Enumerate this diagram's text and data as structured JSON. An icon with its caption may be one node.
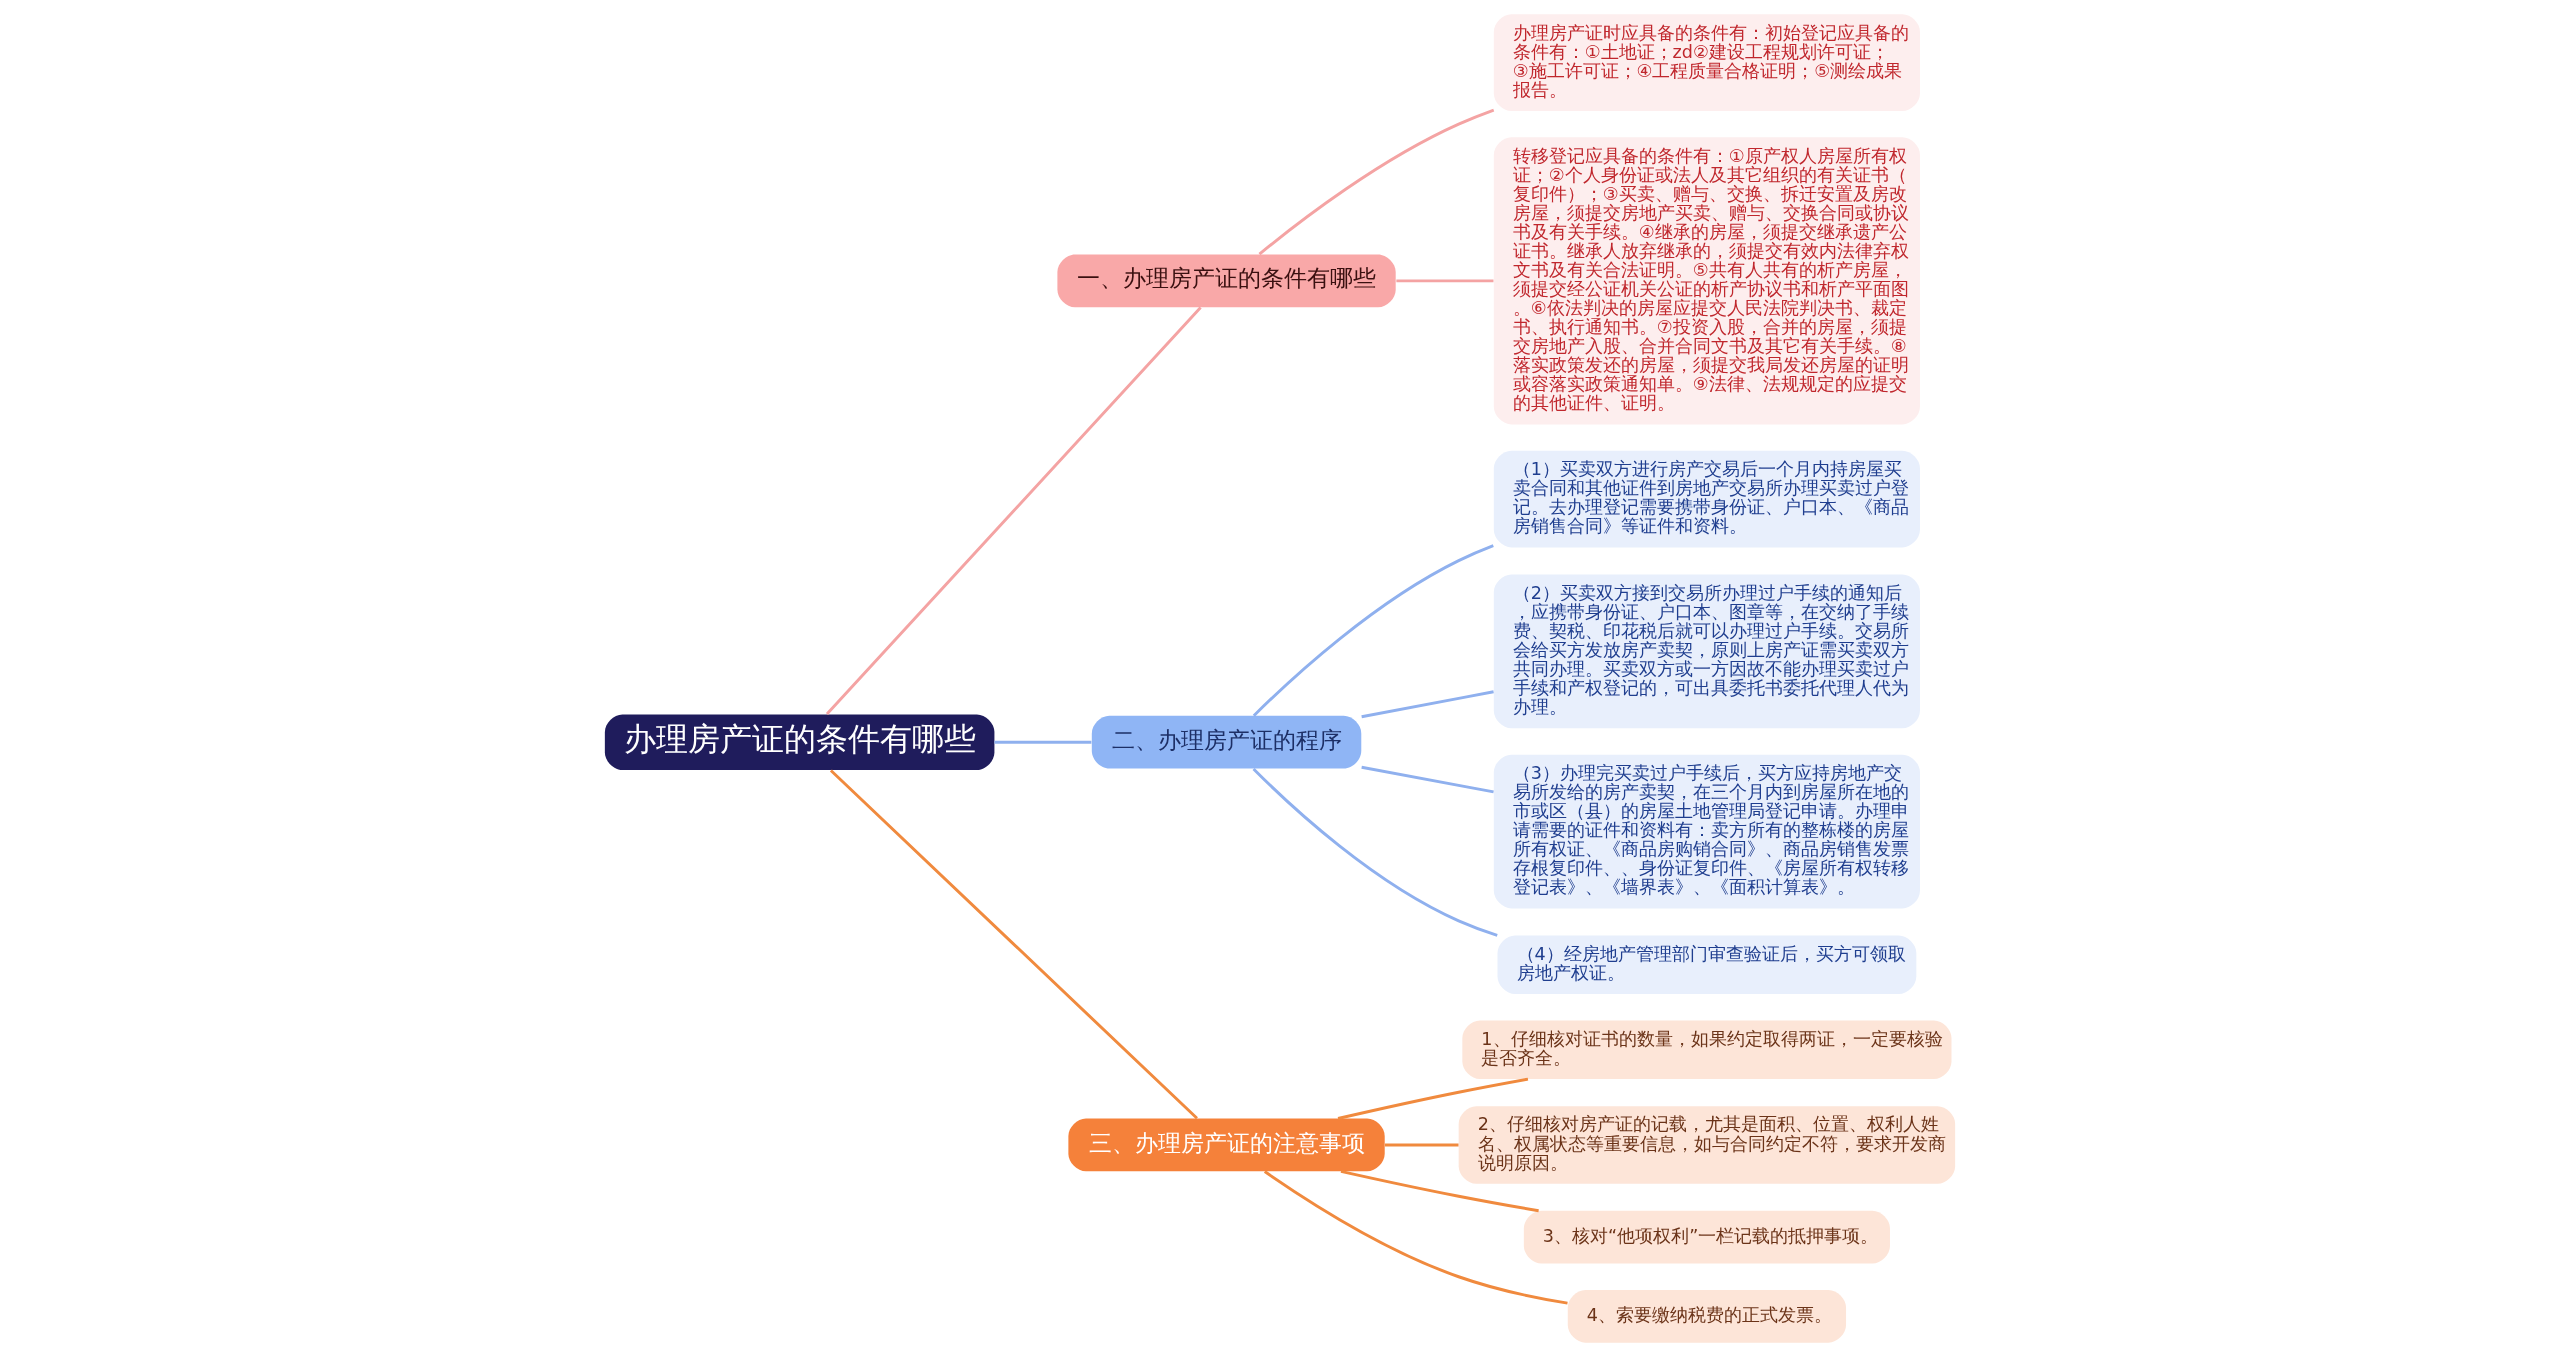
{
  "diagram": {
    "nodes": [
      {
        "text": [
          "办理房产证的条件有哪些"
        ]
      },
      {
        "text": [
          "一、办理房产证的条件有哪些"
        ]
      },
      {
        "text": [
          "办理房产证时应具备的条件有：初始登记应具备的条件有：①土地证；zd②建设工程规划许可证；③施工许可证；④工程质量合格证明；⑤测绘成果报告。"
        ]
      },
      {
        "text": [
          "转移登记应具备的条件有：①原产权人房屋所有权证；②个人身份证或法人及其它组织的有关证书（复印件）；③买卖、赠与、交换、拆迁安置及房改房屋，须提交房地产买卖、赠与、交换合同或协议书及有关手续。④继承的房屋，须提交继承遗产公证书。继承人放弃继承的，须提交有效内法律弃权文书及有关合法证明。⑤共有人共有的析产房屋，须提交经公证机关公证的析产协议书和析产平面图。⑥依法判决的房屋应提交人民法院判决书、裁定书、执行通知书。⑦投资入股，合并的房屋，须提交房地产入股、合并合同文书及其它有关手续。⑧落实政策发还的房屋，须提交我局发还房屋的证明或容落实政策通知单。⑨法律、法规规定的应提交的其他证件、证明。"
        ]
      },
      {
        "text": [
          "二、办理房产证的程序"
        ]
      },
      {
        "text": [
          "（1）买卖双方进行房产交易后一个月内持房屋买卖合同和其他证件到房地产交易所办理买卖过户登记。去办理登记需要携带身份证、户口本、《商品房销售合同》等证件和资料。"
        ]
      },
      {
        "text": [
          "（2）买卖双方接到交易所办理过户手续的通知后，应携带身份证、户口本、图章等，在交纳了手续费、契税、印花税后就可以办理过户手续。交易所会给买方发放房产卖契，原则上房产证需买卖双方共同办理。买卖双方或一方因故不能办理买卖过户手续和产权登记的，可出具委托书委托代理人代为办理。"
        ]
      },
      {
        "text": [
          "（3）办理完买卖过户手续后，买方应持房地产交易所发给的房产卖契，在三个月内到房屋所在地的市或区（县）的房屋土地管理局登记申请。办理申请需要的证件和资料有：卖方所有的整栋楼的房屋所有权证、《商品房购销合同》、商品房销售发票存根复印件、、身份证复印件、《房屋所有权转移登记表》、《墙界表》、《面积计算表》。"
        ]
      },
      {
        "text": [
          "（4）经房地产管理部门审查验证后，买方可领取房地产权证。"
        ]
      },
      {
        "text": [
          "三、办理房产证的注意事项"
        ]
      },
      {
        "text": [
          "1、仔细核对证书的数量，如果约定取得两证，一定要核验是否齐全。"
        ]
      },
      {
        "text": [
          "2、仔细核对房产证的记载，尤其是面积、位置、权利人姓名、权属状态等重要信息，如与合同约定不符，要求开发商说明原因。"
        ]
      },
      {
        "text": [
          "3、核对“他项权利”一栏记载的抵押事项。"
        ]
      },
      {
        "text": [
          "4、索要缴纳税费的正式发票。"
        ]
      }
    ],
    "edges": [
      {
        "from": 0,
        "to": 1,
        "arrow": "none",
        "color": "#f4a3a3"
      },
      {
        "from": 1,
        "to": 2,
        "arrow": "none",
        "color": "#f4a3a3"
      },
      {
        "from": 1,
        "to": 3,
        "arrow": "none",
        "color": "#f4a3a3"
      },
      {
        "from": 0,
        "to": 4,
        "arrow": "none",
        "color": "#8fb0ee"
      },
      {
        "from": 4,
        "to": 5,
        "arrow": "none",
        "color": "#8fb0ee"
      },
      {
        "from": 4,
        "to": 6,
        "arrow": "none",
        "color": "#8fb0ee"
      },
      {
        "from": 4,
        "to": 7,
        "arrow": "none",
        "color": "#8fb0ee"
      },
      {
        "from": 4,
        "to": 8,
        "arrow": "none",
        "color": "#8fb0ee"
      },
      {
        "from": 0,
        "to": 9,
        "arrow": "none",
        "color": "#f08a3e"
      },
      {
        "from": 9,
        "to": 10,
        "arrow": "none",
        "color": "#f08a3e"
      },
      {
        "from": 9,
        "to": 11,
        "arrow": "none",
        "color": "#f08a3e"
      },
      {
        "from": 9,
        "to": 12,
        "arrow": "none",
        "color": "#f08a3e"
      },
      {
        "from": 9,
        "to": 13,
        "arrow": "none",
        "color": "#f08a3e"
      }
    ]
  }
}
